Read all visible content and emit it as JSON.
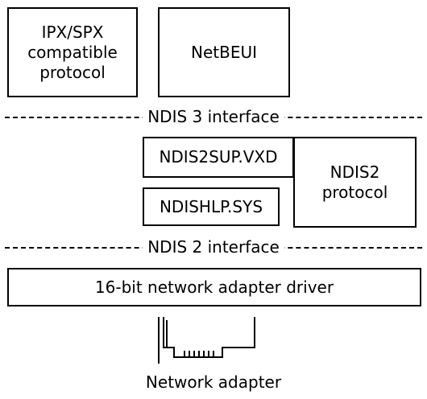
{
  "boxes": {
    "ipx": "IPX/SPX\ncompatible\nprotocol",
    "netbeui": "NetBEUI",
    "ndis2sup": "NDIS2SUP.VXD",
    "ndishlp": "NDISHLP.SYS",
    "ndis2_protocol": "NDIS2\nprotocol",
    "adapter_driver": "16-bit network adapter driver"
  },
  "separators": {
    "ndis3": "NDIS 3 interface",
    "ndis2": "NDIS 2 interface"
  },
  "adapter_label": "Network adapter",
  "colors": {
    "stroke": "#000000",
    "background": "#ffffff"
  },
  "icons": {
    "adapter_card": "network-adapter-card-icon"
  }
}
